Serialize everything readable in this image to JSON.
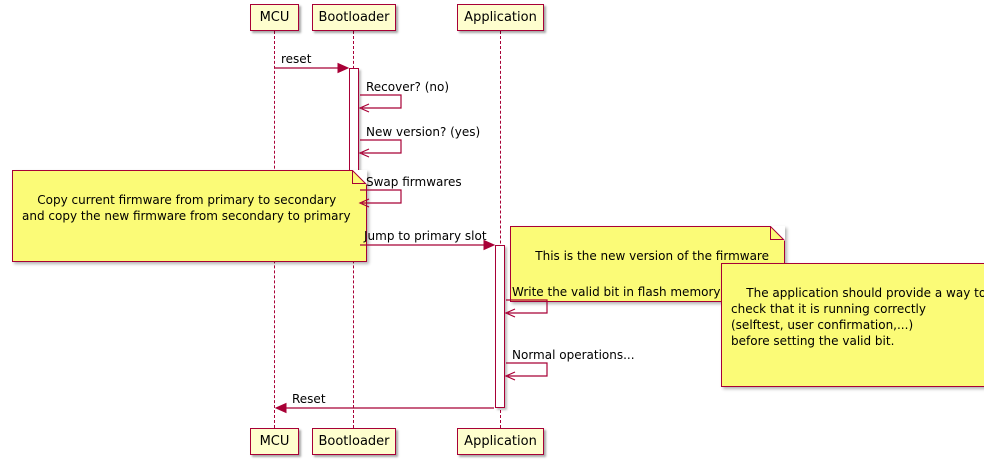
{
  "diagram": {
    "kind": "sequence-diagram",
    "participants": [
      {
        "name": "MCU"
      },
      {
        "name": "Bootloader"
      },
      {
        "name": "Application"
      }
    ],
    "messages": [
      {
        "label": "reset",
        "from": "MCU",
        "to": "Bootloader",
        "style": "solid-arrow"
      },
      {
        "label": "Recover? (no)",
        "from": "Bootloader",
        "to": "Bootloader",
        "style": "self"
      },
      {
        "label": "New version? (yes)",
        "from": "Bootloader",
        "to": "Bootloader",
        "style": "self"
      },
      {
        "label": "Swap firmwares",
        "from": "Bootloader",
        "to": "Bootloader",
        "style": "self"
      },
      {
        "label": "Jump to primary slot",
        "from": "Bootloader",
        "to": "Application",
        "style": "solid-arrow"
      },
      {
        "label": "Write the valid bit in flash memory",
        "from": "Application",
        "to": "Application",
        "style": "self"
      },
      {
        "label": "Normal operations...",
        "from": "Application",
        "to": "Application",
        "style": "self"
      },
      {
        "label": "Reset",
        "from": "Application",
        "to": "MCU",
        "style": "solid-arrow"
      }
    ],
    "notes": [
      {
        "position": "left of Bootloader",
        "text": "Copy current firmware from primary to secondary\nand copy the new firmware from secondary to primary"
      },
      {
        "position": "right of Application",
        "text": "This is the new version of the firmware"
      },
      {
        "position": "right of Application",
        "text": "The application should provide a way to\ncheck that it is running correctly\n(selftest, user confirmation,...)\nbefore setting the valid bit."
      }
    ],
    "colors": {
      "participant_fill": "#FEFECE",
      "line": "#A80036",
      "note_fill": "#FBFB77",
      "background": "#FFFFFF"
    }
  }
}
